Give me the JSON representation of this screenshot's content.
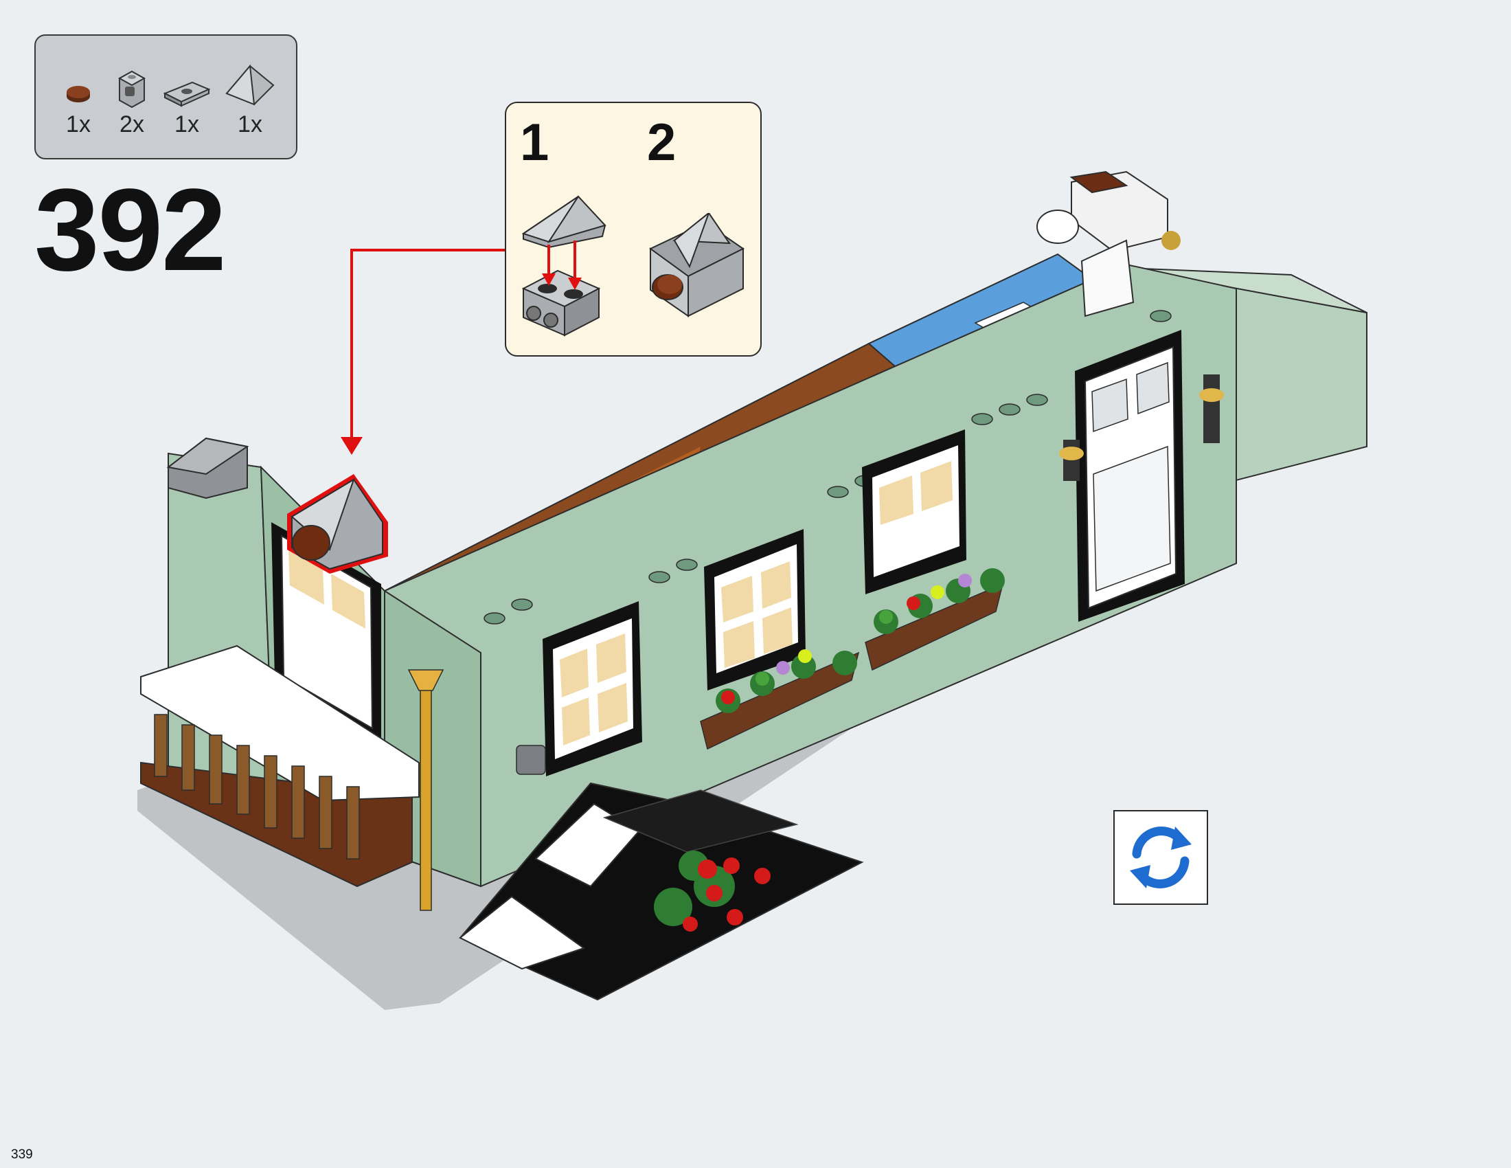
{
  "parts_list": [
    {
      "name": "round-tile-brown-icon",
      "qty": "1x"
    },
    {
      "name": "bracket-brick-gray-icon",
      "qty": "2x"
    },
    {
      "name": "jumper-plate-gray-icon",
      "qty": "1x"
    },
    {
      "name": "pyramid-slope-gray-icon",
      "qty": "1x"
    }
  ],
  "step": {
    "number": "392"
  },
  "callout": {
    "sub_steps": [
      "1",
      "2"
    ]
  },
  "rotate": {
    "icon": "rotate-icon"
  },
  "page": {
    "number": "339"
  },
  "colors": {
    "background": "#ebeff2",
    "wall_sand_green": "#a9c9b2",
    "callout_bg": "#fdf6e2",
    "arrow_red": "#e01010",
    "roof_brown": "#8b4a1f",
    "roof_blue": "#5a9edc",
    "rotate_blue": "#1f6cd1"
  }
}
